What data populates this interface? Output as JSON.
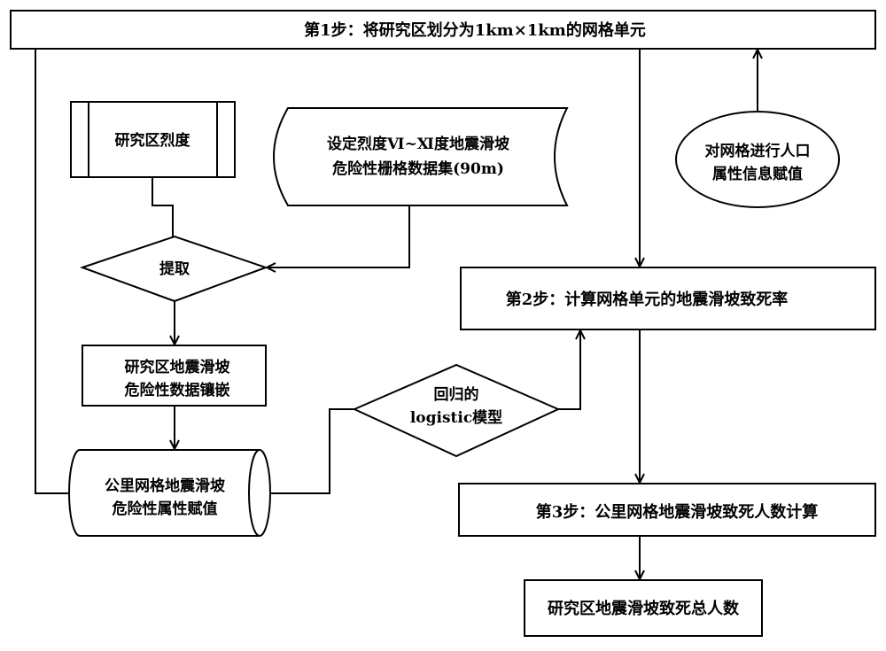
{
  "nodes": {
    "step1": {
      "label": "第1步：将研究区划分为1km×1km的网格单元"
    },
    "intensity": {
      "label": "研究区烈度"
    },
    "hazard_dataset": {
      "lines": [
        "设定烈度Ⅵ~Ⅺ度地震滑坡",
        "危险性栅格数据集(90m)"
      ]
    },
    "population": {
      "lines": [
        "对网格进行人口",
        "属性信息赋值"
      ]
    },
    "extract": {
      "label": "提取"
    },
    "step2": {
      "label": "第2步：计算网格单元的地震滑坡致死率"
    },
    "mosaic": {
      "lines": [
        "研究区地震滑坡",
        "危险性数据镶嵌"
      ]
    },
    "regression": {
      "lines": [
        "回归的",
        "logistic模型"
      ]
    },
    "grid_assign": {
      "lines": [
        "公里网格地震滑坡",
        "危险性属性赋值"
      ]
    },
    "step3": {
      "label": "第3步：公里网格地震滑坡致死人数计算"
    },
    "total": {
      "label": "研究区地震滑坡致死总人数"
    }
  },
  "colors": {
    "line": "#000000",
    "background": "#ffffff"
  }
}
